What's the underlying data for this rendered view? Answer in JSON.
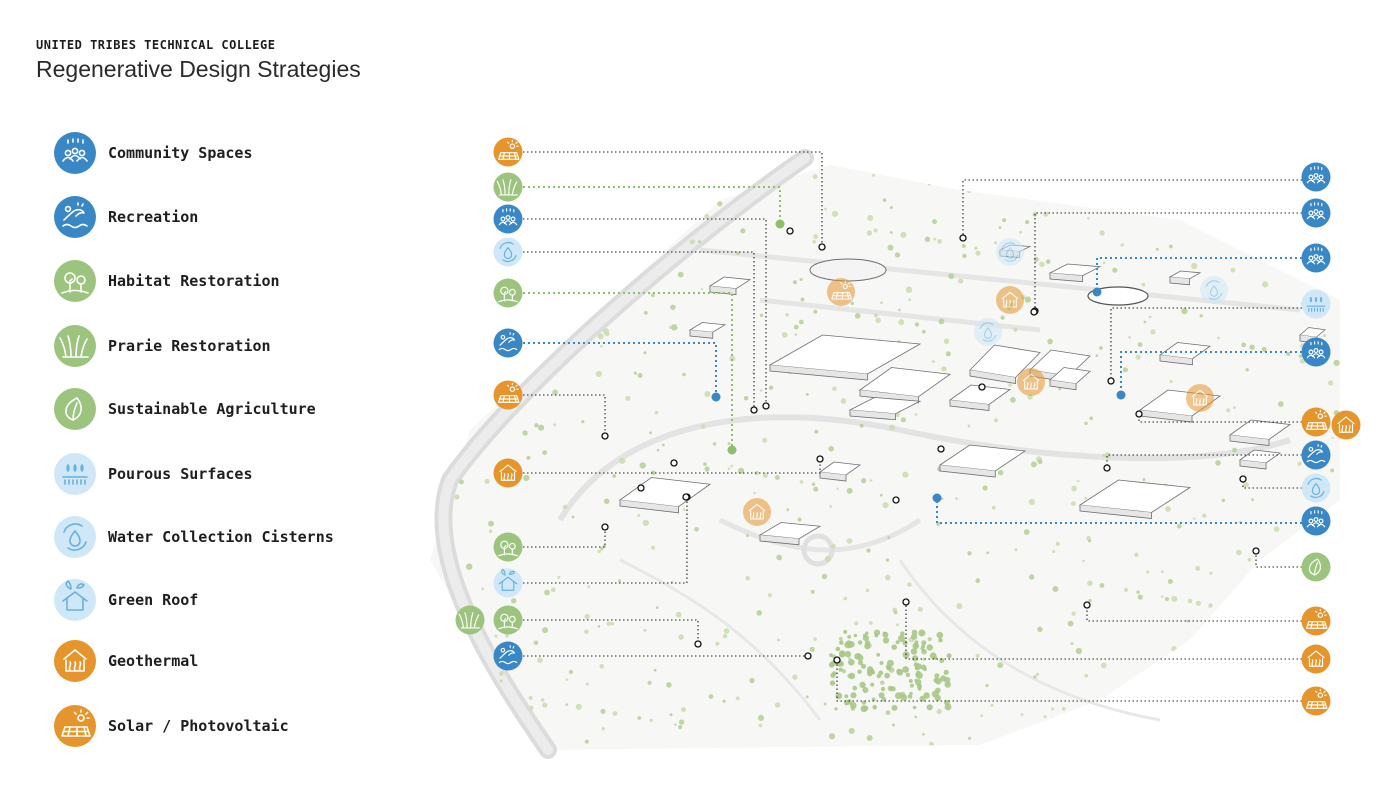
{
  "header": {
    "subtitle": "UNITED TRIBES TECHNICAL COLLEGE",
    "title": "Regenerative Design Strategies"
  },
  "colors": {
    "dark_blue": "#3a87c6",
    "light_blue": "#cfe7f6",
    "light_blue_icon": "#69b1dd",
    "green": "#9cc47e",
    "orange": "#e5952b",
    "leader_black": "#222222",
    "leader_green": "#8fbf6a",
    "leader_blue": "#3a87c6"
  },
  "legend": [
    {
      "label": "Community Spaces",
      "icon": "community-icon",
      "color": "dark_blue"
    },
    {
      "label": "Recreation",
      "icon": "recreation-icon",
      "color": "dark_blue"
    },
    {
      "label": "Habitat Restoration",
      "icon": "habitat-icon",
      "color": "green"
    },
    {
      "label": "Prarie Restoration",
      "icon": "prairie-icon",
      "color": "green"
    },
    {
      "label": "Sustainable Agriculture",
      "icon": "leaf-icon",
      "color": "green"
    },
    {
      "label": "Pourous Surfaces",
      "icon": "porous-icon",
      "color": "light_blue"
    },
    {
      "label": "Water Collection Cisterns",
      "icon": "cistern-icon",
      "color": "light_blue"
    },
    {
      "label": "Green Roof",
      "icon": "green-roof-icon",
      "color": "light_blue"
    },
    {
      "label": "Geothermal",
      "icon": "geothermal-icon",
      "color": "orange"
    },
    {
      "label": "Solar / Photovoltaic",
      "icon": "solar-icon",
      "color": "orange"
    }
  ],
  "callouts_left": [
    {
      "icon": "solar-icon",
      "color": "orange",
      "leader": "black"
    },
    {
      "icon": "prairie-icon",
      "color": "green",
      "leader": "green"
    },
    {
      "icon": "community-icon",
      "color": "dark_blue",
      "leader": "black"
    },
    {
      "icon": "cistern-icon",
      "color": "light_blue",
      "leader": "black"
    },
    {
      "icon": "habitat-icon",
      "color": "green",
      "leader": "green"
    },
    {
      "icon": "recreation-icon",
      "color": "dark_blue",
      "leader": "blue"
    },
    {
      "icon": "solar-icon",
      "color": "orange",
      "leader": "black"
    },
    {
      "icon": "geothermal-icon",
      "color": "orange",
      "leader": "black"
    },
    {
      "icon": "habitat-icon",
      "color": "green",
      "leader": "black"
    },
    {
      "icon": "green-roof-icon",
      "color": "light_blue",
      "leader": "black"
    },
    {
      "icon": "habitat-icon",
      "color": "green",
      "leader": "black"
    },
    {
      "icon": "recreation-icon",
      "color": "dark_blue",
      "leader": "black"
    }
  ],
  "callouts_right": [
    {
      "icon": "community-icon",
      "color": "dark_blue",
      "leader": "black"
    },
    {
      "icon": "community-icon",
      "color": "dark_blue",
      "leader": "black"
    },
    {
      "icon": "community-icon",
      "color": "dark_blue",
      "leader": "blue"
    },
    {
      "icon": "porous-icon",
      "color": "light_blue",
      "leader": "black"
    },
    {
      "icon": "community-icon",
      "color": "dark_blue",
      "leader": "blue"
    },
    {
      "icon": "solar-icon",
      "color": "orange",
      "leader": "black"
    },
    {
      "icon": "recreation-icon",
      "color": "dark_blue",
      "leader": "black"
    },
    {
      "icon": "cistern-icon",
      "color": "light_blue",
      "leader": "black"
    },
    {
      "icon": "community-icon",
      "color": "dark_blue",
      "leader": "blue"
    },
    {
      "icon": "leaf-icon",
      "color": "green",
      "leader": "black"
    },
    {
      "icon": "solar-icon",
      "color": "orange",
      "leader": "black"
    },
    {
      "icon": "geothermal-icon",
      "color": "orange",
      "leader": "black"
    },
    {
      "icon": "solar-icon",
      "color": "orange",
      "leader": "black"
    }
  ]
}
